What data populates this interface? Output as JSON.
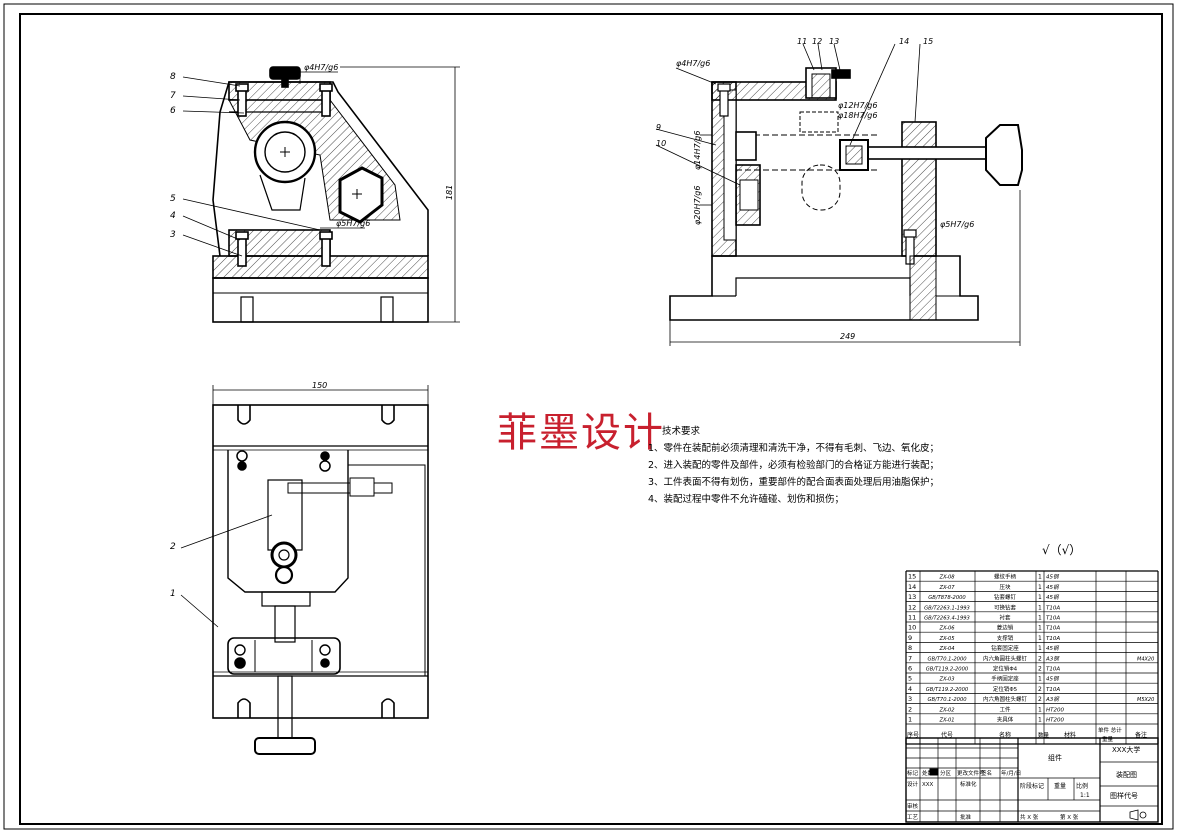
{
  "watermark": "菲墨设计",
  "technical_requirements": {
    "title": "技术要求",
    "items": [
      "1、零件在装配前必须清理和清洗干净，不得有毛刺、飞边、氧化皮；",
      "2、进入装配的零件及部件，必须有检验部门的合格证方能进行装配；",
      "3、工件表面不得有划伤，重要部件的配合面表面处理后用油脂保护；",
      "4、装配过程中零件不允许磕碰、划伤和损伤；"
    ]
  },
  "roughness_note": "√（√）",
  "front_view": {
    "labels": [
      "8",
      "7",
      "6",
      "5",
      "4",
      "3"
    ],
    "fit_top": "φ4H7/g6",
    "fit_bottom": "φ5H7/g6",
    "height_dim": "181"
  },
  "side_view": {
    "labels": [
      "11",
      "12",
      "13",
      "14",
      "15",
      "9",
      "10"
    ],
    "fits": [
      "φ4H7/g6",
      "φ12H7/g6",
      "φ18H7/g6",
      "φ14H7/g6",
      "φ20H7/g6",
      "φ5H7/g6"
    ],
    "width_dim": "249"
  },
  "top_view": {
    "labels": [
      "2",
      "1"
    ],
    "width_dim": "150"
  },
  "bom": {
    "rows": [
      {
        "no": "15",
        "code": "ZX-08",
        "name": "螺纹手柄",
        "qty": "1",
        "material": "45钢",
        "note": ""
      },
      {
        "no": "14",
        "code": "ZX-07",
        "name": "压块",
        "qty": "1",
        "material": "45钢",
        "note": ""
      },
      {
        "no": "13",
        "code": "GB/T878-2000",
        "name": "钻套螺钉",
        "qty": "1",
        "material": "45钢",
        "note": ""
      },
      {
        "no": "12",
        "code": "GB/T2263.1-1993",
        "name": "可换钻套",
        "qty": "1",
        "material": "T10A",
        "note": ""
      },
      {
        "no": "11",
        "code": "GB/T2263.4-1993",
        "name": "衬套",
        "qty": "1",
        "material": "T10A",
        "note": ""
      },
      {
        "no": "10",
        "code": "ZX-06",
        "name": "菱边销",
        "qty": "1",
        "material": "T10A",
        "note": ""
      },
      {
        "no": "9",
        "code": "ZX-05",
        "name": "支撑销",
        "qty": "1",
        "material": "T10A",
        "note": ""
      },
      {
        "no": "8",
        "code": "ZX-04",
        "name": "钻套固定座",
        "qty": "1",
        "material": "45钢",
        "note": ""
      },
      {
        "no": "7",
        "code": "GB/T70.1-2000",
        "name": "内六角圆柱头螺钉",
        "qty": "2",
        "material": "A3钢",
        "note": "M4X20"
      },
      {
        "no": "6",
        "code": "GB/T119.2-2000",
        "name": "定位销Φ4",
        "qty": "2",
        "material": "T10A",
        "note": ""
      },
      {
        "no": "5",
        "code": "ZX-03",
        "name": "手柄固定座",
        "qty": "1",
        "material": "45钢",
        "note": ""
      },
      {
        "no": "4",
        "code": "GB/T119.2-2000",
        "name": "定位销Φ5",
        "qty": "2",
        "material": "T10A",
        "note": ""
      },
      {
        "no": "3",
        "code": "GB/T70.1-2000",
        "name": "内六角圆柱头螺钉",
        "qty": "2",
        "material": "A3钢",
        "note": "M5X20"
      },
      {
        "no": "2",
        "code": "ZX-02",
        "name": "工件",
        "qty": "1",
        "material": "HT200",
        "note": ""
      },
      {
        "no": "1",
        "code": "ZX-01",
        "name": "夹具体",
        "qty": "1",
        "material": "HT200",
        "note": ""
      }
    ],
    "header": {
      "no": "序号",
      "code": "代号",
      "name": "名称",
      "qty": "数量",
      "material": "材料",
      "unit_total": "单件 总计",
      "weight": "重量",
      "note": "备注"
    }
  },
  "title_block": {
    "school": "XXX大学",
    "part_class": "组件",
    "drawing_name": "装配图",
    "drawing_no": "图样代号",
    "stage_mark": "阶段标记",
    "weight": "重量",
    "scale_label": "比例",
    "scale": "1:1",
    "mark": "标记",
    "count": "处数",
    "zone": "分区",
    "change_doc": "更改文件号",
    "signature": "签名",
    "date": "年/月/日",
    "design": "设计",
    "designer": "XXX",
    "standardize": "标准化",
    "check": "审核",
    "process": "工艺",
    "approve": "批准",
    "sheets": "共 X 张",
    "sheet": "第 X 张"
  },
  "colors": {
    "watermark": "#c8202e",
    "line": "#000000"
  }
}
